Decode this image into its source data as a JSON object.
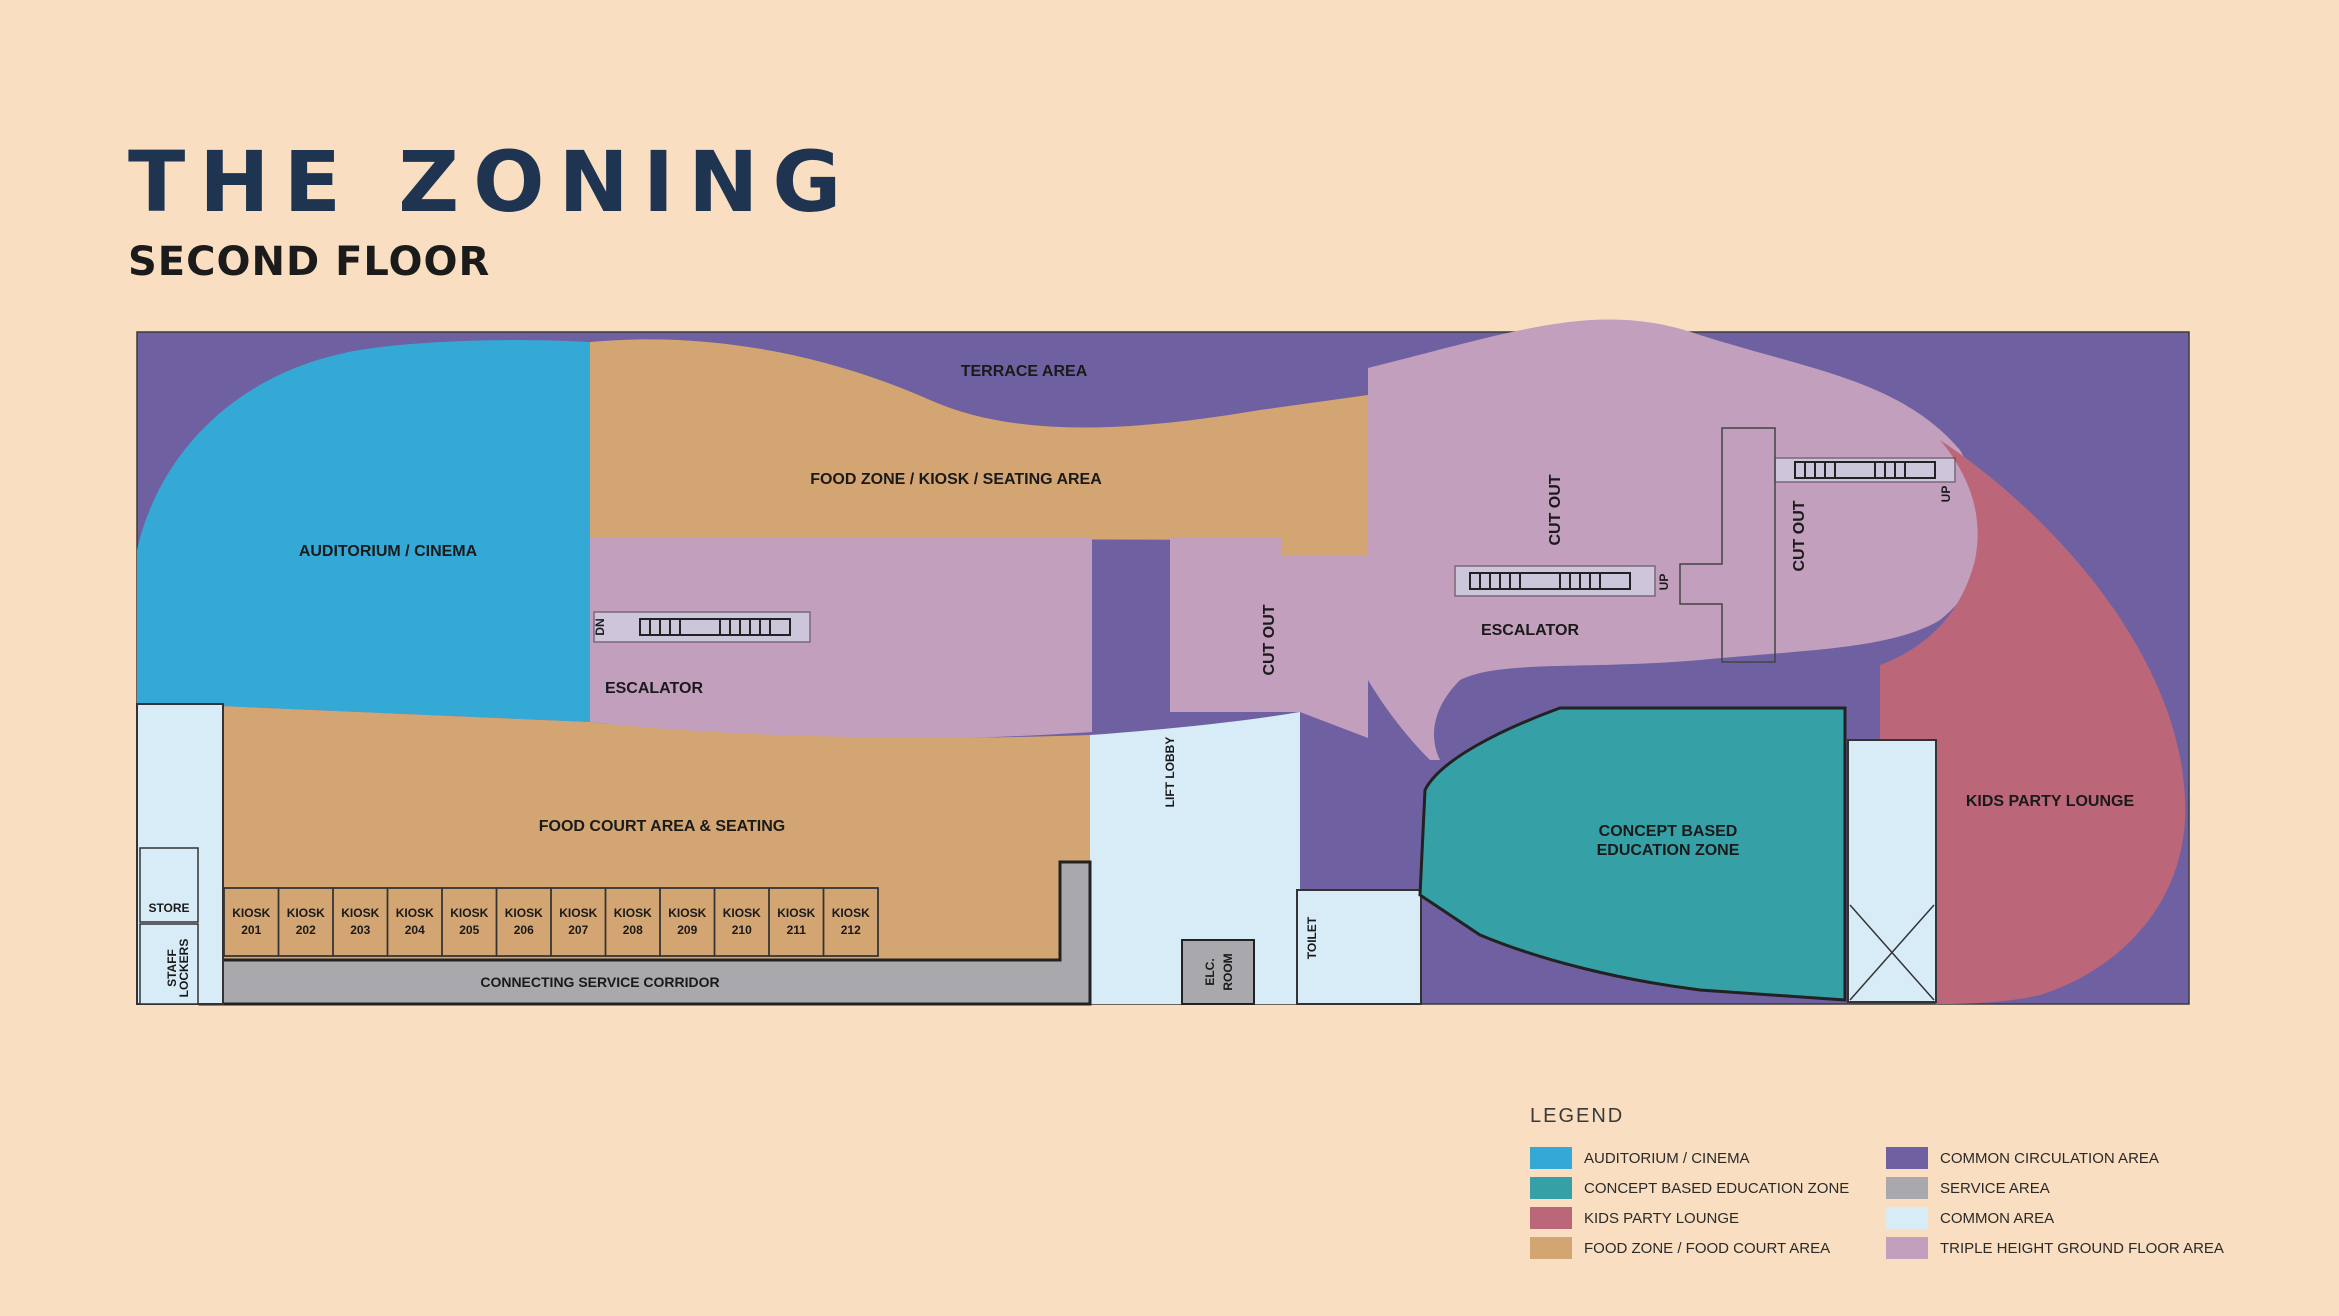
{
  "page": {
    "title": "THE ZONING",
    "subtitle": "SECOND FLOOR"
  },
  "zones": {
    "terrace": "TERRACE AREA",
    "auditorium": "AUDITORIUM / CINEMA",
    "food_zone": "FOOD ZONE / KIOSK / SEATING AREA",
    "food_court": "FOOD COURT AREA & SEATING",
    "escalator_left": "ESCALATOR",
    "escalator_right": "ESCALATOR",
    "cut_out_1": "CUT OUT",
    "cut_out_2": "CUT OUT",
    "cut_out_3": "CUT OUT",
    "education_line1": "CONCEPT BASED",
    "education_line2": "EDUCATION ZONE",
    "kids": "KIDS PARTY LOUNGE",
    "corridor": "CONNECTING  SERVICE CORRIDOR",
    "lift_lobby": "LIFT LOBBY",
    "store": "STORE",
    "staff_lockers_line1": "STAFF",
    "staff_lockers_line2": "LOCKERS",
    "elc_line1": "ELC.",
    "elc_line2": "ROOM",
    "toilet": "TOILET",
    "dn": "DN",
    "up": "UP"
  },
  "kiosks": [
    {
      "label": "KIOSK",
      "number": "201"
    },
    {
      "label": "KIOSK",
      "number": "202"
    },
    {
      "label": "KIOSK",
      "number": "203"
    },
    {
      "label": "KIOSK",
      "number": "204"
    },
    {
      "label": "KIOSK",
      "number": "205"
    },
    {
      "label": "KIOSK",
      "number": "206"
    },
    {
      "label": "KIOSK",
      "number": "207"
    },
    {
      "label": "KIOSK",
      "number": "208"
    },
    {
      "label": "KIOSK",
      "number": "209"
    },
    {
      "label": "KIOSK",
      "number": "210"
    },
    {
      "label": "KIOSK",
      "number": "211"
    },
    {
      "label": "KIOSK",
      "number": "212"
    }
  ],
  "legend": {
    "title": "LEGEND",
    "items": [
      {
        "label": "AUDITORIUM / CINEMA",
        "color": "#35a9d6"
      },
      {
        "label": "CONCEPT BASED EDUCATION ZONE",
        "color": "#35a0a5"
      },
      {
        "label": "KIDS PARTY LOUNGE",
        "color": "#bb6779"
      },
      {
        "label": "FOOD ZONE / FOOD COURT AREA",
        "color": "#d3a572"
      },
      {
        "label": "COMMON CIRCULATION AREA",
        "color": "#6f61a1"
      },
      {
        "label": "SERVICE AREA",
        "color": "#a9a8ad"
      },
      {
        "label": "COMMON  AREA",
        "color": "#d8ecf8"
      },
      {
        "label": "TRIPLE HEIGHT GROUND FLOOR AREA",
        "color": "#c29fbd"
      }
    ]
  },
  "colors": {
    "background": "#f9dec1",
    "auditorium": "#35a9d6",
    "education": "#35a0a5",
    "kids": "#bb6779",
    "food": "#d3a572",
    "circulation": "#6f61a1",
    "service": "#a9a8ad",
    "common": "#d8ecf8",
    "triple_height": "#c29fbd",
    "title": "#1f3450"
  }
}
